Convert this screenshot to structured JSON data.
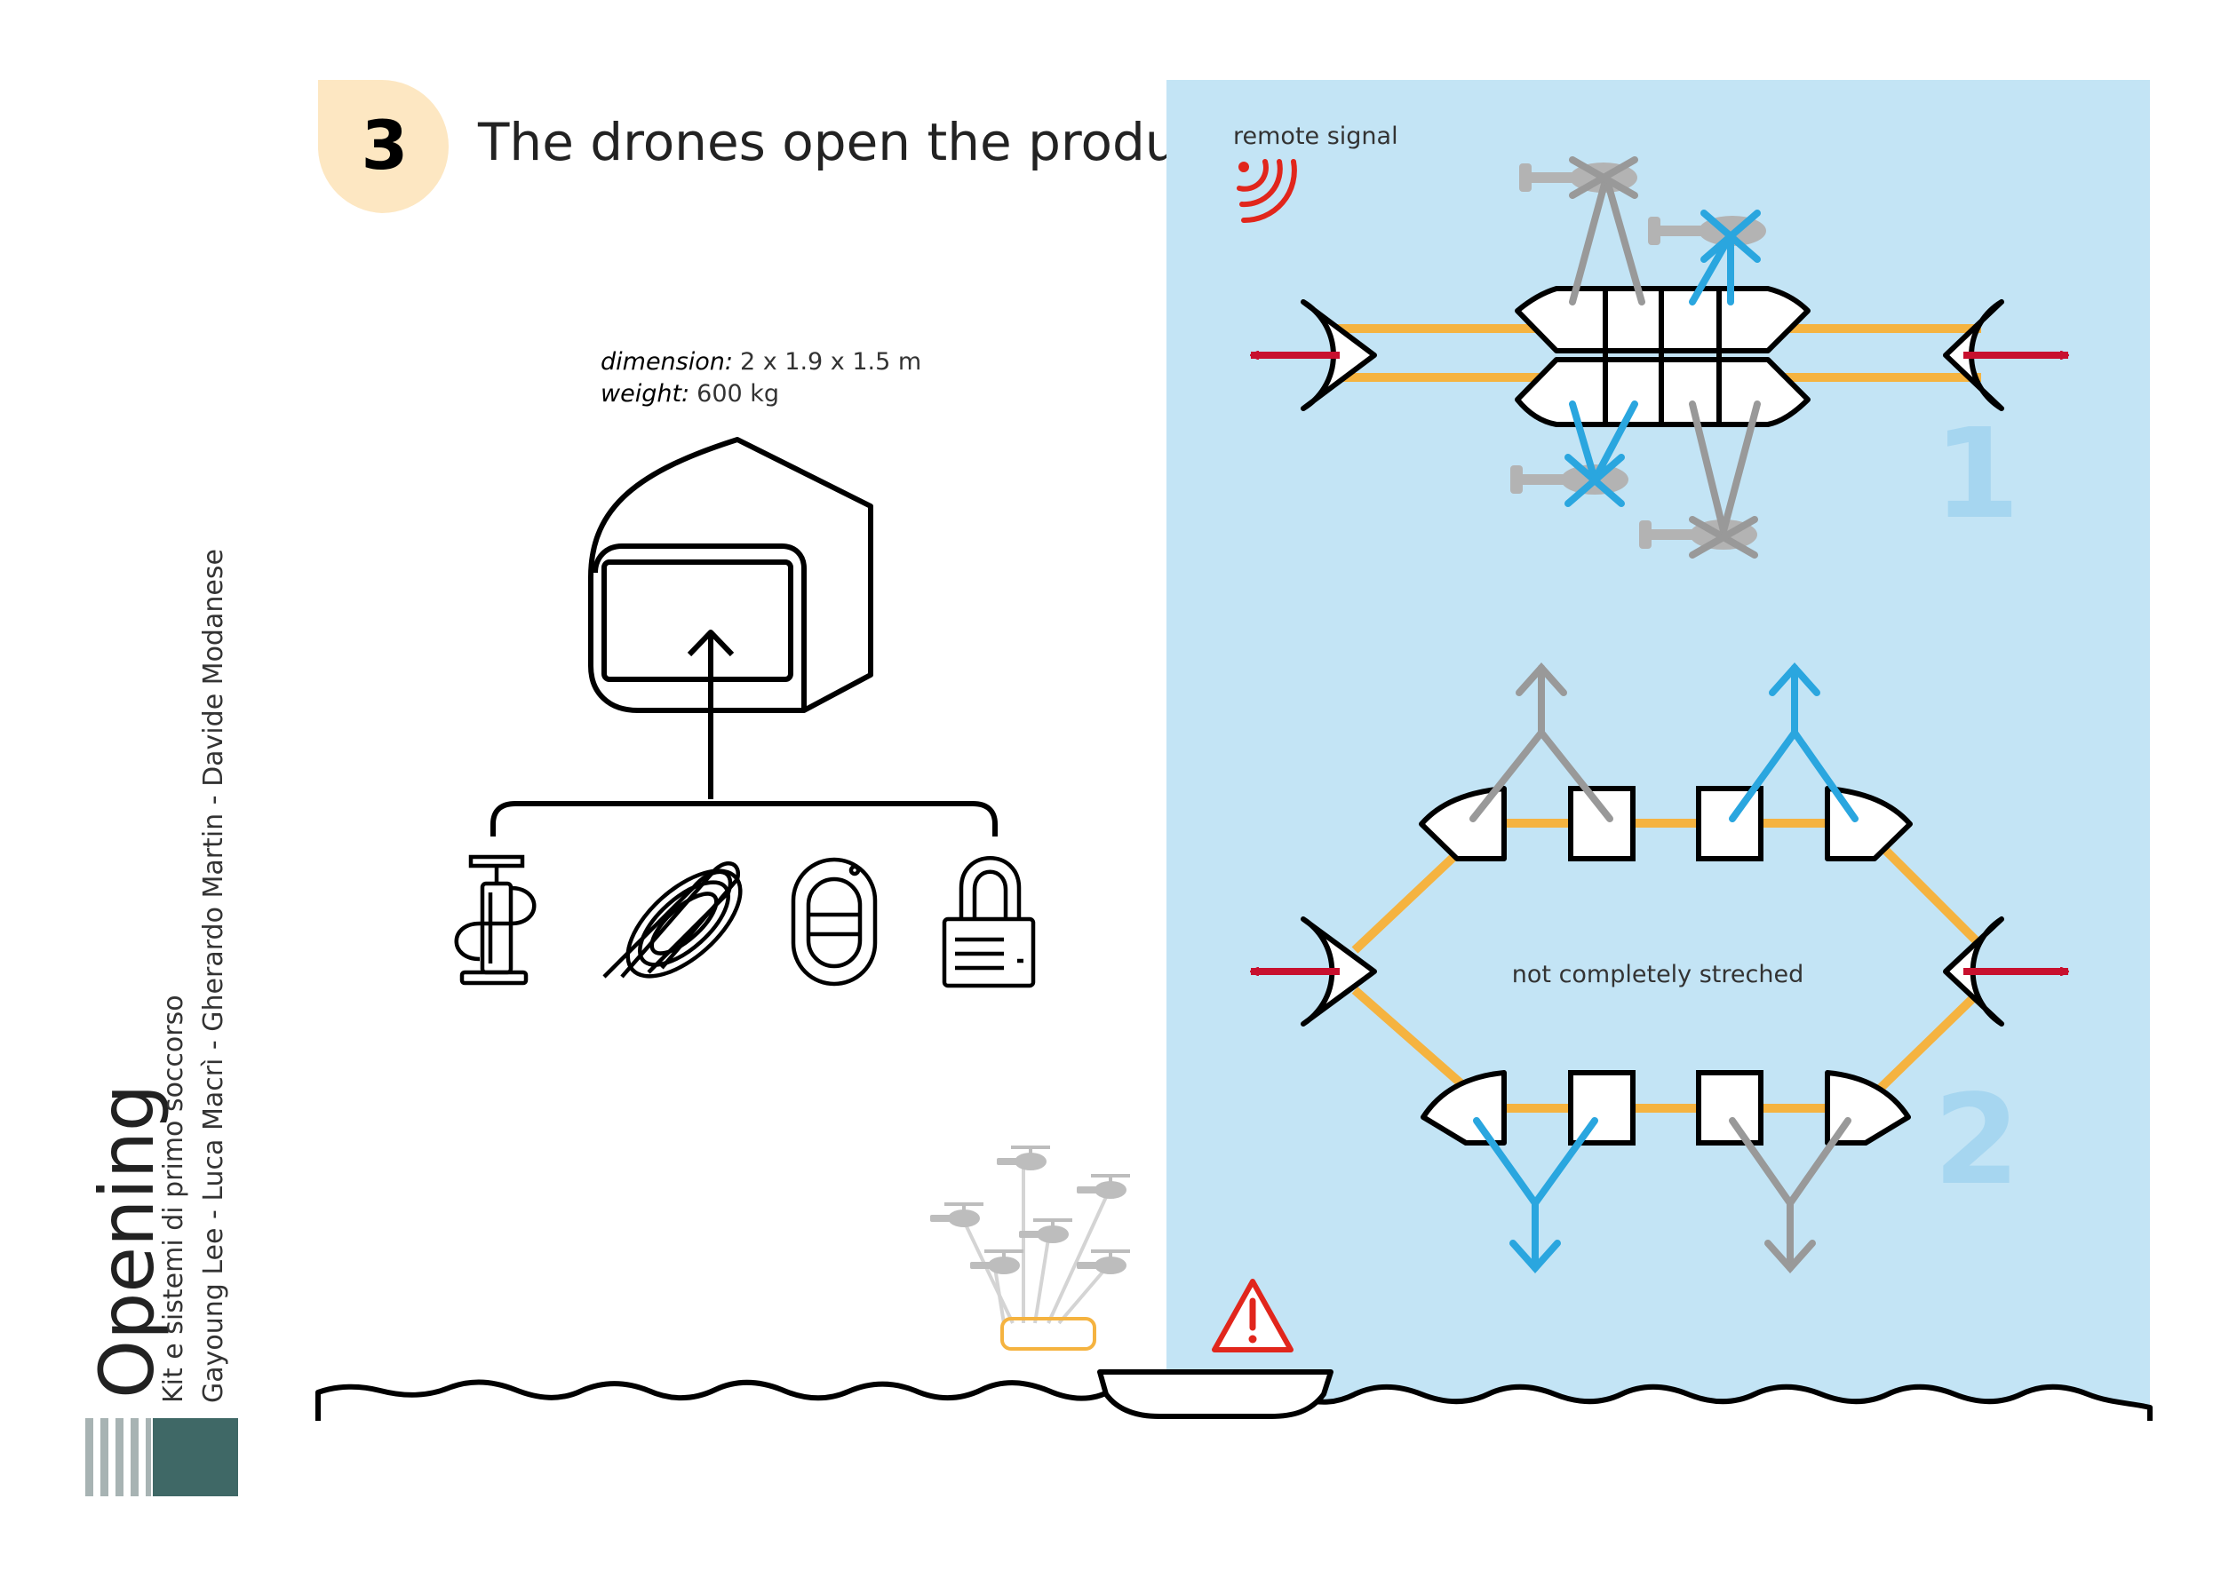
{
  "step": {
    "number": "3",
    "title": "The drones open the product"
  },
  "product": {
    "dimension_label": "dimension:",
    "dimension_value": "2 x 1.9 x 1.5 m",
    "weight_label": "weight:",
    "weight_value": "600 kg",
    "contents": [
      "pump-icon",
      "rope-icon",
      "raft-icon",
      "padlock-icon"
    ]
  },
  "panel": {
    "remote_signal": "remote signal",
    "stage1_number": "1",
    "stage2_number": "2",
    "stage2_note": "not completely streched"
  },
  "sidebar": {
    "title": "Opening",
    "subtitle": "Kit e sistemi di primo soccorso",
    "authors": "Gayoung Lee - Luca Macrì - Gherardo Martin - Davide Modanese"
  },
  "colors": {
    "panel_bg": "#c3e4f5",
    "badge_bg": "#fde7c2",
    "rope": "#f5b340",
    "pull_arrow": "#c8102e",
    "drone_blue": "#2aa6df",
    "drone_gray": "#999999",
    "stage_number": "#a6d6f0",
    "brand_dark": "#3f6866",
    "brand_light": "#a7b3b3"
  }
}
